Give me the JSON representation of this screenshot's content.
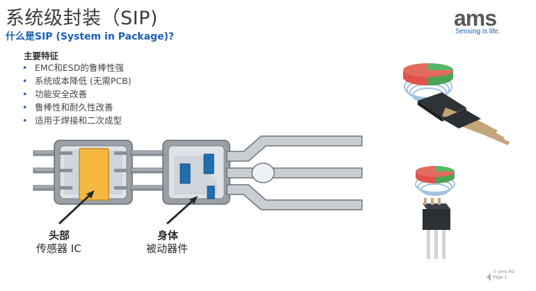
{
  "slide": {
    "title": "系统级封装（SIP)",
    "subtitle": "什么是SIP (System in Package)?",
    "features_title": "主要特征",
    "features": [
      "EMC和ESD的鲁棒性强",
      "系统成本降低 (无需PCB)",
      "功能安全改善",
      "鲁棒性和耐久性改善",
      "适用于焊接和二次成型"
    ],
    "bullet": "•",
    "labels": {
      "head_bold": "头部",
      "head_text": "传感器 IC",
      "body_bold": "身体",
      "body_text": "被动器件"
    },
    "footer": {
      "company": "© ams AG",
      "page": "Page 1"
    }
  },
  "logo": {
    "wordmark": "ams",
    "tagline": "Sensing is life."
  },
  "colors": {
    "title": "#3a3a3a",
    "accent_blue": "#1a5fb4",
    "chip_orange": "#f5b942",
    "passive_blue": "#1f6fb0",
    "frame_gray": "#8a9096"
  }
}
